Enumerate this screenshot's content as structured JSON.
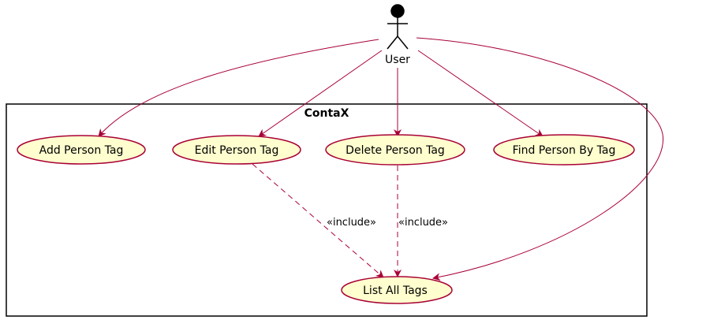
{
  "colors": {
    "usecase_fill": "#FEFECE",
    "usecase_stroke": "#A80036",
    "arrow": "#A80036",
    "boundary": "#000000",
    "actor": "#000000"
  },
  "actor": {
    "label": "User",
    "icon": "stick-figure-icon"
  },
  "system": {
    "title": "ContaX"
  },
  "use_cases": {
    "add_person_tag": "Add Person Tag",
    "edit_person_tag": "Edit Person Tag",
    "delete_person_tag": "Delete Person Tag",
    "find_person_by_tag": "Find Person By Tag",
    "list_all_tags": "List All Tags"
  },
  "relations": {
    "include_from_edit": "«include»",
    "include_from_delete": "«include»"
  }
}
